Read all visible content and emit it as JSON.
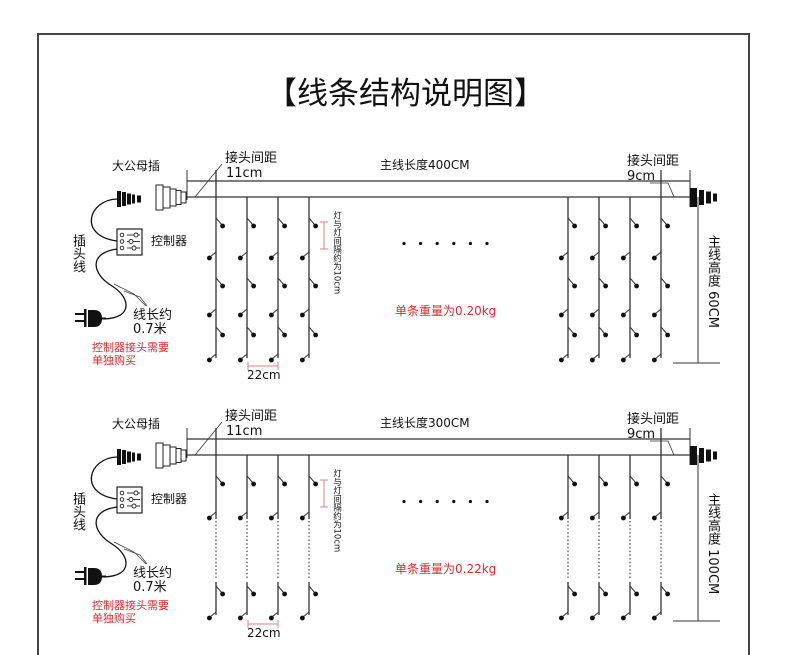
{
  "title": "【线条结构说明图】",
  "colors": {
    "line": "#333333",
    "main_line": "#555555",
    "text": "#111111",
    "accent_red": "#e8262d",
    "bracket_pink": "#e27f8a",
    "border": "#444444"
  },
  "icons": {
    "male_plug": "male-plug-icon",
    "female_plug": "female-plug-icon",
    "end_plug": "end-plug-icon",
    "controller": "controller-icon",
    "wall_plug": "wall-plug-icon",
    "bulb": "bulb-icon"
  },
  "diagrams": [
    {
      "connector_label": "大公母插",
      "cable_label": "插头线",
      "controller_label": "控制器",
      "cable_length_label": "线长约",
      "cable_length_value": "0.7米",
      "note_line1": "控制器接头需要",
      "note_line2": "单独购买",
      "left_gap_label": "接头间距",
      "left_gap_value": "11cm",
      "main_length_label": "主线长度400CM",
      "right_gap_label": "接头间距",
      "right_gap_value": "9cm",
      "bulb_spacing_label": "灯与灯间隔约为10cm",
      "strand_spacing_label": "22cm",
      "weight_label": "单条重量为0.20kg",
      "height_label": "主线高度 60CM"
    },
    {
      "connector_label": "大公母插",
      "cable_label": "插头线",
      "controller_label": "控制器",
      "cable_length_label": "线长约",
      "cable_length_value": "0.7米",
      "note_line1": "控制器接头需要",
      "note_line2": "单独购买",
      "left_gap_label": "接头间距",
      "left_gap_value": "11cm",
      "main_length_label": "主线长度300CM",
      "right_gap_label": "接头间距",
      "right_gap_value": "9cm",
      "bulb_spacing_label": "灯与灯间隔约为10cm",
      "strand_spacing_label": "22cm",
      "weight_label": "单条重量为0.22kg",
      "height_label": "主线高度 100CM"
    }
  ]
}
